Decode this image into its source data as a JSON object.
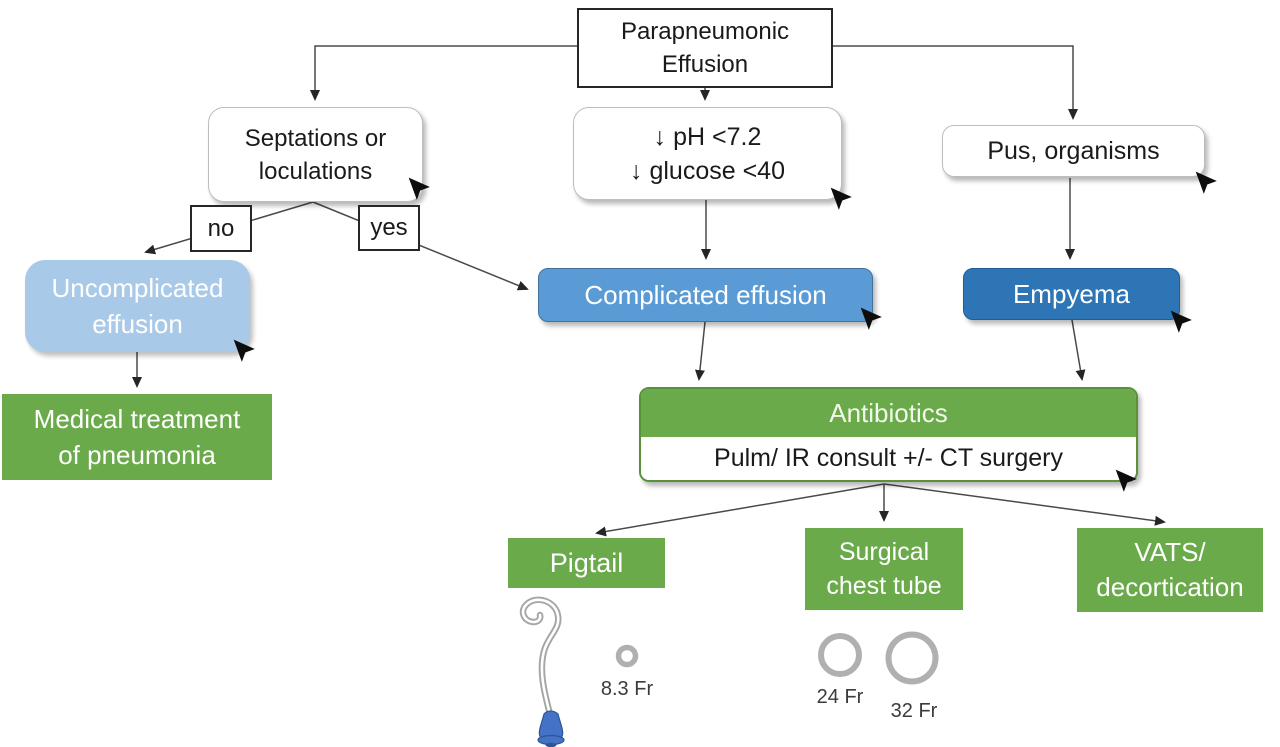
{
  "diagram": {
    "root": {
      "line1": "Parapneumonic",
      "line2": "Effusion"
    },
    "septations": {
      "line1": "Septations or",
      "line2": "loculations"
    },
    "ph": {
      "line1": "↓ pH <7.2",
      "line2": "↓ glucose <40"
    },
    "pus": {
      "label": "Pus, organisms"
    },
    "branch_no": {
      "label": "no"
    },
    "branch_yes": {
      "label": "yes"
    },
    "uncomplicated": {
      "line1": "Uncomplicated",
      "line2": "effusion"
    },
    "complicated": {
      "label": "Complicated effusion"
    },
    "empyema": {
      "label": "Empyema"
    },
    "medical": {
      "line1": "Medical treatment",
      "line2": "of pneumonia"
    },
    "antibiotics": {
      "top": "Antibiotics",
      "bottom": "Pulm/ IR consult +/- CT surgery"
    },
    "pigtail": {
      "label": "Pigtail",
      "size_label": "8.3 Fr"
    },
    "surgical": {
      "line1": "Surgical",
      "line2": "chest tube",
      "size_small": "24 Fr",
      "size_large": "32 Fr"
    },
    "vats": {
      "line1": "VATS/",
      "line2": "decortication"
    }
  },
  "colors": {
    "green": "#6baa4b",
    "light_blue": "#a9c9e9",
    "mid_blue": "#5b9bd5",
    "dark_blue": "#2e75b6",
    "line": "#4a4a4a",
    "catheter_gray": "#a6a6a6",
    "hub_blue": "#4472c4"
  }
}
